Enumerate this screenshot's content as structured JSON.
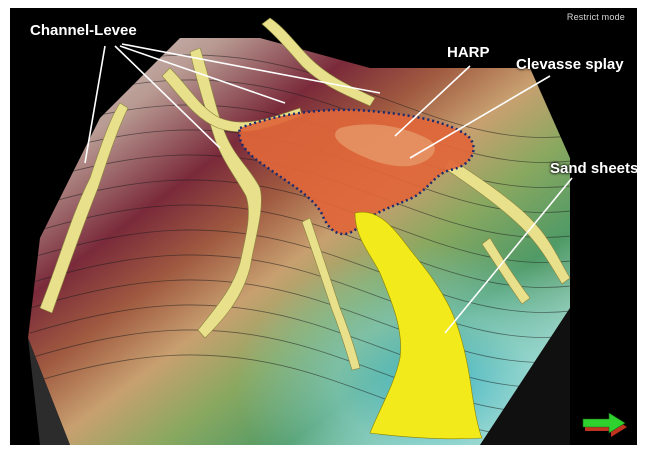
{
  "view": {
    "mode_label": "Restrict mode"
  },
  "annotations": {
    "channel_levee": "Channel-Levee",
    "harp": "HARP",
    "crevasse_splay": "Clevasse splay",
    "sand_sheets": "Sand sheets"
  },
  "colors": {
    "background": "#000000",
    "channel_levee": "#e8e08a",
    "harp": "#e0663a",
    "sand_sheets": "#f2ea1a",
    "outline": "#1a2a6e",
    "high_relief": "#7a2a3a",
    "low_relief": "#5fa86a",
    "deep": "#bfe6e0"
  },
  "icons": {
    "navigation": "green-arrow-icon"
  }
}
